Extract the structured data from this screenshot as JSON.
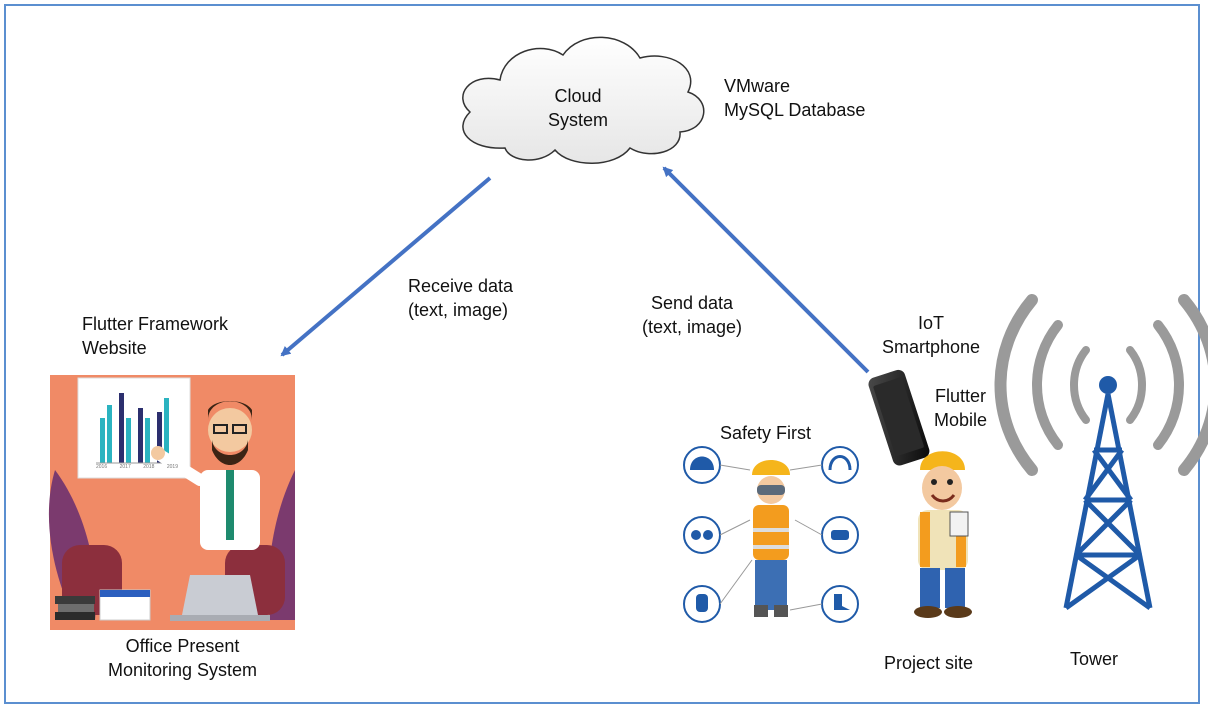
{
  "cloud": {
    "line1": "Cloud",
    "line2": "System"
  },
  "cloud_stack": {
    "line1": "VMware",
    "line2": "MySQL Database"
  },
  "receive_arrow": {
    "line1": "Receive data",
    "line2": "(text, image)"
  },
  "send_arrow": {
    "line1": "Send data",
    "line2": "(text, image)"
  },
  "website": {
    "line1": "Flutter Framework",
    "line2": "Website"
  },
  "office": {
    "line1": "Office Present",
    "line2": "Monitoring System"
  },
  "iot": {
    "line1": "IoT",
    "line2": "Smartphone"
  },
  "mobile": {
    "line1": "Flutter",
    "line2": "Mobile"
  },
  "safety": {
    "label": "Safety First"
  },
  "project_site": {
    "label": "Project site"
  },
  "tower": {
    "label": "Tower"
  },
  "chart_axis_years": [
    "2016",
    "2017",
    "2018",
    "2019"
  ],
  "colors": {
    "arrow": "#4472c4",
    "frame_border": "#5b8fd0",
    "office_background": "#f08a66",
    "safety_vest": "#f39c1e",
    "tower": "#1f5aa8"
  }
}
